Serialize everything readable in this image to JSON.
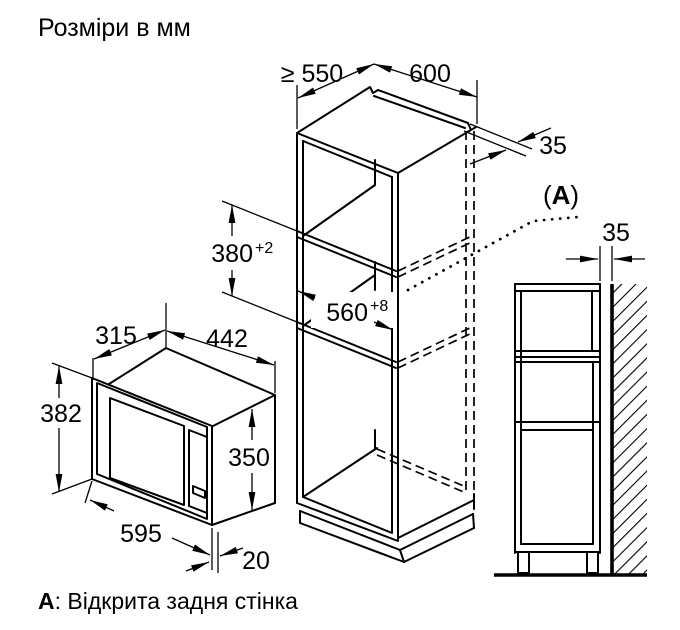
{
  "title": "Розміри в мм",
  "footnote": {
    "label": "А",
    "text": ": Відкрита задня стінка"
  },
  "detail_marker": {
    "open_paren": "(",
    "letter": "A",
    "close_paren": ")"
  },
  "dimensions": {
    "cabinet_depth_min": "≥ 550",
    "cabinet_width": "600",
    "top_rail_width": "35",
    "niche_height": "380",
    "niche_height_tolerance": "+2",
    "niche_width": "560",
    "niche_width_tolerance": "+8",
    "appliance_depth": "315",
    "appliance_body_width": "442",
    "front_panel_height": "382",
    "appliance_body_height": "350",
    "front_panel_width": "595",
    "front_panel_overhang": "20",
    "wall_clearance": "35"
  },
  "colors": {
    "line": "#000000",
    "background": "#ffffff"
  }
}
